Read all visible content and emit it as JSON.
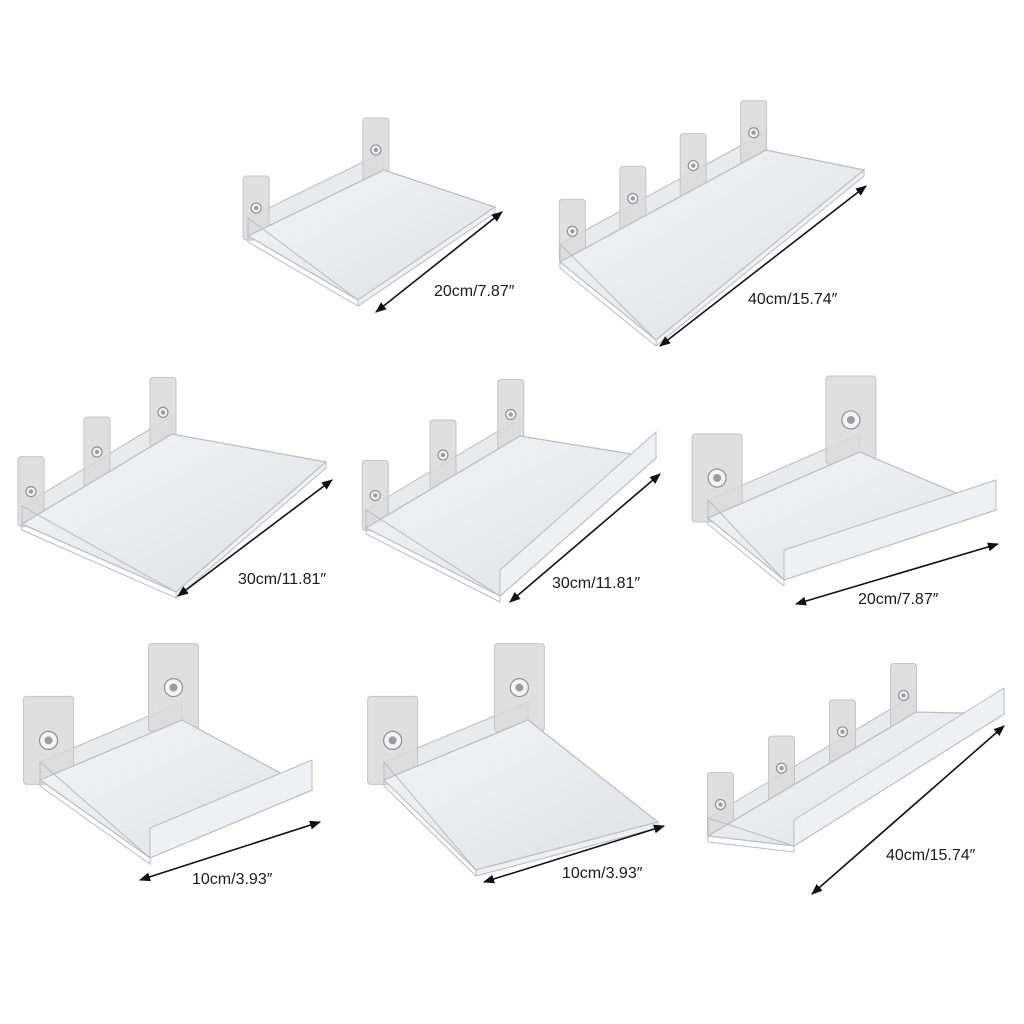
{
  "image": {
    "background": "#ffffff",
    "acrylic_fill": "#e9eaec",
    "acrylic_edge": "#b9bcc1",
    "pad_fill": "#d9d9da",
    "arrow_color": "#111111"
  },
  "products": [
    {
      "size_label": "20cm/7.87″",
      "shelf_style": "flat",
      "mount_count": 2
    },
    {
      "size_label": "40cm/15.74″",
      "shelf_style": "flat",
      "mount_count": 4
    },
    {
      "size_label": "30cm/11.81″",
      "shelf_style": "flat",
      "mount_count": 3
    },
    {
      "size_label": "30cm/11.81″",
      "shelf_style": "lipped",
      "mount_count": 3
    },
    {
      "size_label": "20cm/7.87″",
      "shelf_style": "lipped",
      "mount_count": 2
    },
    {
      "size_label": "10cm/3.93″",
      "shelf_style": "lipped",
      "mount_count": 2
    },
    {
      "size_label": "10cm/3.93″",
      "shelf_style": "flat",
      "mount_count": 2
    },
    {
      "size_label": "40cm/15.74″",
      "shelf_style": "lipped",
      "mount_count": 4
    }
  ]
}
